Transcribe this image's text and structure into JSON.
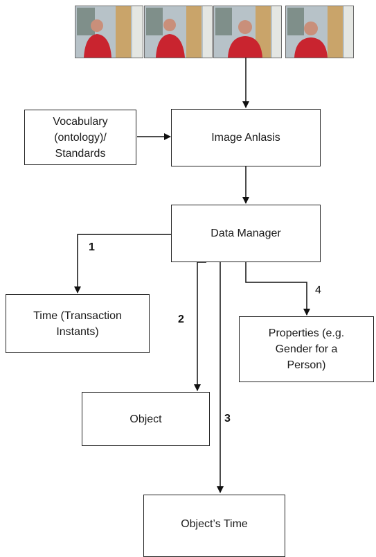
{
  "diagram": {
    "frames": [
      {
        "name": "video-frame-1"
      },
      {
        "name": "video-frame-2"
      },
      {
        "name": "video-frame-3"
      },
      {
        "name": "video-frame-4"
      }
    ],
    "nodes": {
      "vocabulary": "Vocabulary\n(ontology)/\nStandards",
      "image_analysis": "Image Anlasis",
      "data_manager": "Data Manager",
      "time": "Time (Transaction\nInstants)",
      "properties": "Properties (e.g.\nGender for a\nPerson)",
      "object": "Object",
      "objects_time": "Object’s Time"
    },
    "edge_labels": {
      "one": "1",
      "two": "2",
      "three": "3",
      "four": "4"
    }
  }
}
